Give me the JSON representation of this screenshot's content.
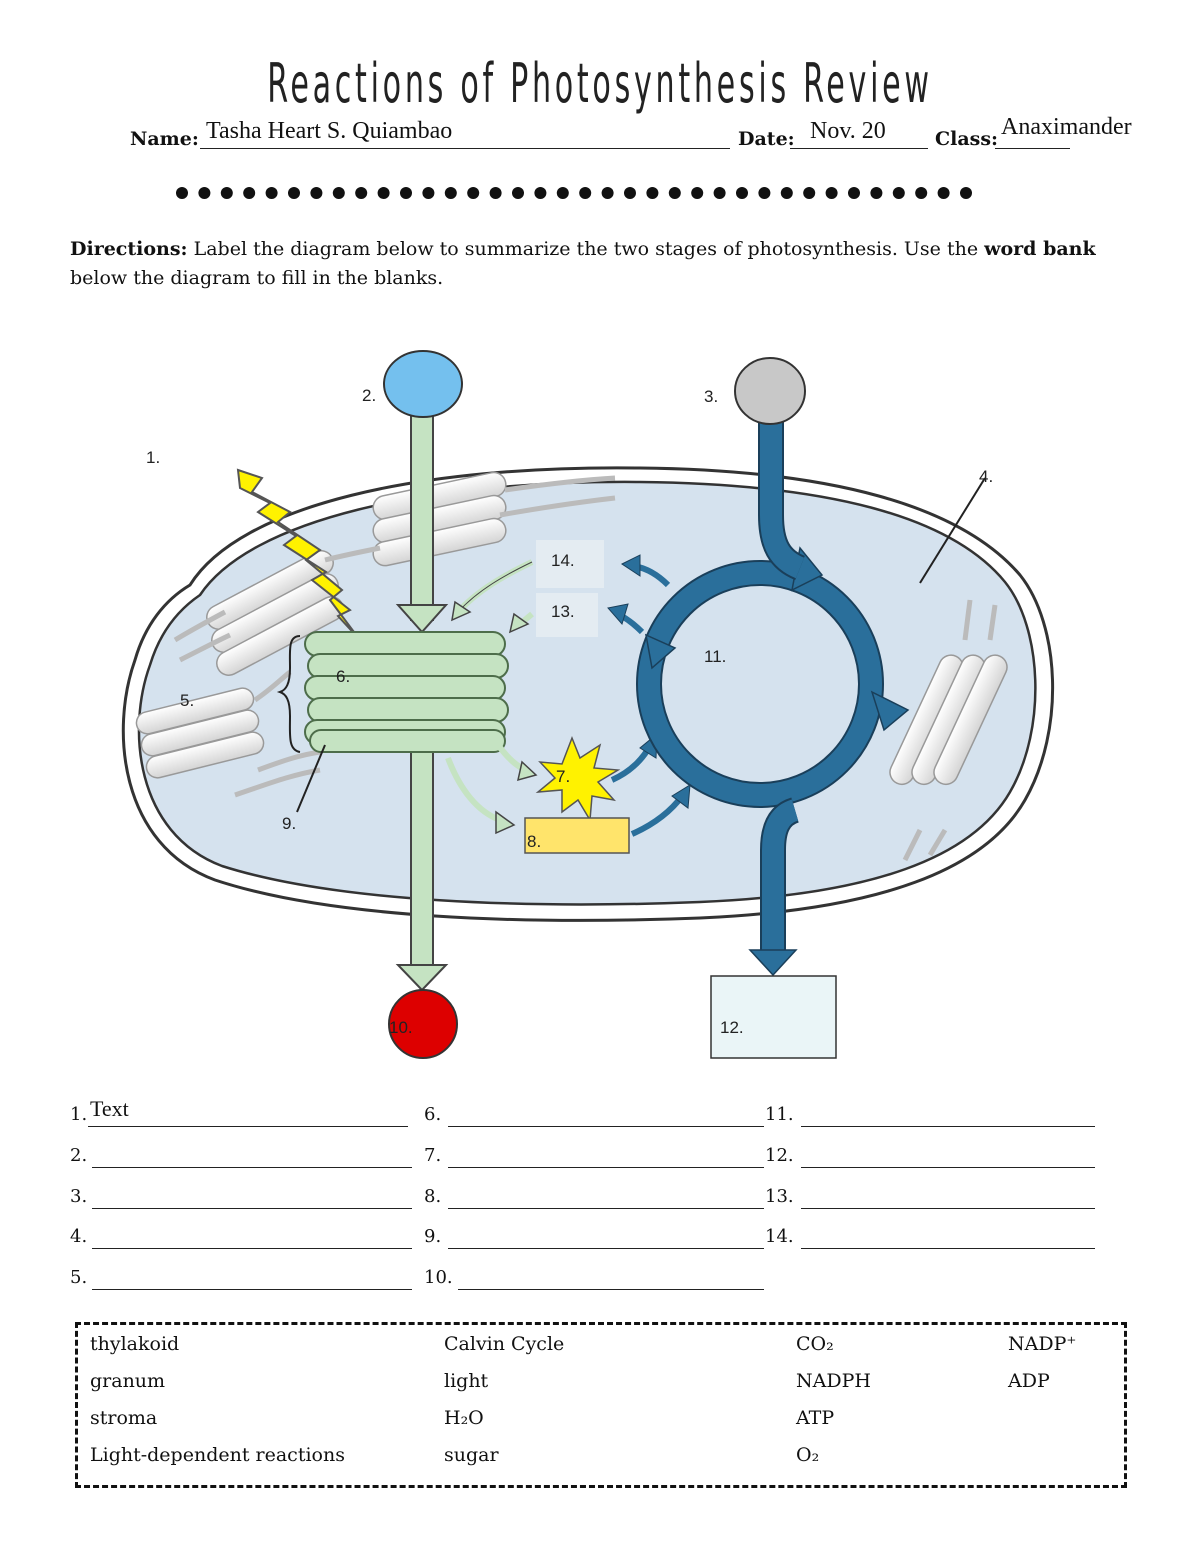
{
  "title": "Reactions of Photosynthesis Review",
  "header": {
    "name_label": "Name:",
    "name_value": "Tasha Heart S. Quiambao",
    "date_label": "Date:",
    "date_value": "Nov. 20",
    "class_label": "Class:",
    "class_value": "Anaximander"
  },
  "directions": {
    "prefix": "Directions:",
    "text1": " Label the diagram below to summarize the two stages of photosynthesis.  Use the ",
    "bold2": "word bank",
    "text2": " below the diagram to fill in the blanks."
  },
  "diagram_labels": [
    "1.",
    "2.",
    "3.",
    "4.",
    "5.",
    "6.",
    "7.",
    "8.",
    "9.",
    "10.",
    "11.",
    "12.",
    "13.",
    "14."
  ],
  "answers": {
    "col1": [
      {
        "num": "1.",
        "value": "Text"
      },
      {
        "num": "2.",
        "value": ""
      },
      {
        "num": "3.",
        "value": ""
      },
      {
        "num": "4.",
        "value": ""
      },
      {
        "num": "5.",
        "value": ""
      }
    ],
    "col2": [
      {
        "num": "6.",
        "value": ""
      },
      {
        "num": "7.",
        "value": ""
      },
      {
        "num": "8.",
        "value": ""
      },
      {
        "num": "9.",
        "value": ""
      },
      {
        "num": "10.",
        "value": ""
      }
    ],
    "col3": [
      {
        "num": "11.",
        "value": ""
      },
      {
        "num": "12.",
        "value": ""
      },
      {
        "num": "13.",
        "value": ""
      },
      {
        "num": "14.",
        "value": ""
      }
    ]
  },
  "word_bank": {
    "col1": [
      "thylakoid",
      "granum",
      "stroma",
      "Light-dependent reactions"
    ],
    "col2": [
      "Calvin Cycle",
      "light",
      "H₂O",
      "sugar"
    ],
    "col3": [
      "CO₂",
      "NADPH",
      "ATP",
      "O₂"
    ],
    "col4": [
      "NADP⁺",
      "ADP"
    ]
  },
  "colors": {
    "stroma_fill": "#d5e2ee",
    "thylakoid_green": "#c5e3c2",
    "calvin_blue": "#2a6f9b",
    "input_blue_circle": "#74c0ee",
    "input_gray_circle": "#c8c8c8",
    "output_red_circle": "#dd0000",
    "atp_yellow": "#fff200",
    "nadph_box": "#ffe46b",
    "sugar_box": "#eaf5f7"
  }
}
